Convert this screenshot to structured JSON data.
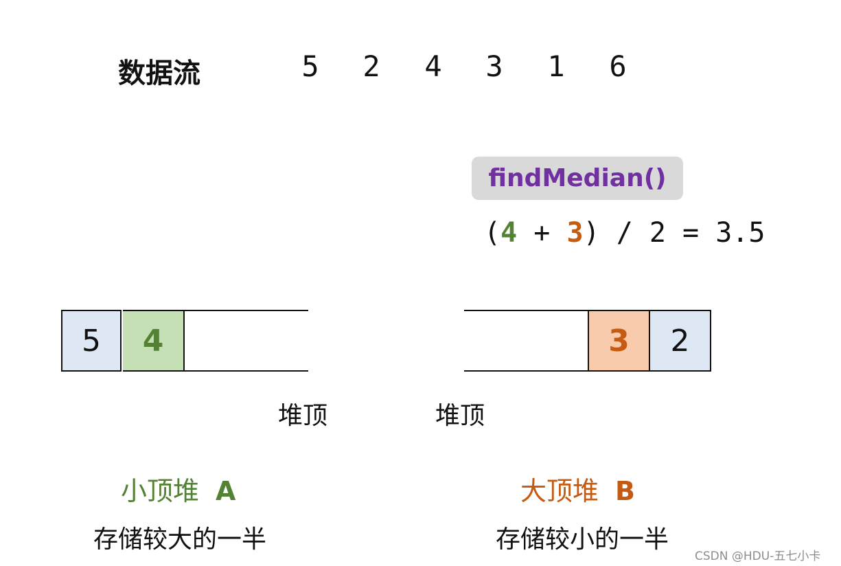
{
  "header": {
    "title": "数据流",
    "stream": [
      "5",
      "2",
      "4",
      "3",
      "1",
      "6"
    ]
  },
  "median": {
    "function_label": "findMedian()",
    "formula": {
      "open": "(",
      "a": "4",
      "plus": " + ",
      "b": "3",
      "rest": ") / 2 = 3.5"
    }
  },
  "heap_a": {
    "cells": [
      {
        "value": "5",
        "fill": "#dde8f4"
      },
      {
        "value": "4",
        "fill": "#c5e0b4",
        "text_color": "#548235"
      }
    ],
    "top_label": "堆顶",
    "title": "小顶堆",
    "letter": "A",
    "color": "#548235",
    "description": "存储较大的一半"
  },
  "heap_b": {
    "cells": [
      {
        "value": "3",
        "fill": "#f8cbad",
        "text_color": "#c55a11"
      },
      {
        "value": "2",
        "fill": "#dde8f4"
      }
    ],
    "top_label": "堆顶",
    "title": "大顶堆",
    "letter": "B",
    "color": "#c55a11",
    "description": "存储较小的一半"
  },
  "watermark": "CSDN @HDU-五七小卡",
  "colors": {
    "function_text": "#7030a0",
    "function_bg": "#d9d9d9"
  }
}
